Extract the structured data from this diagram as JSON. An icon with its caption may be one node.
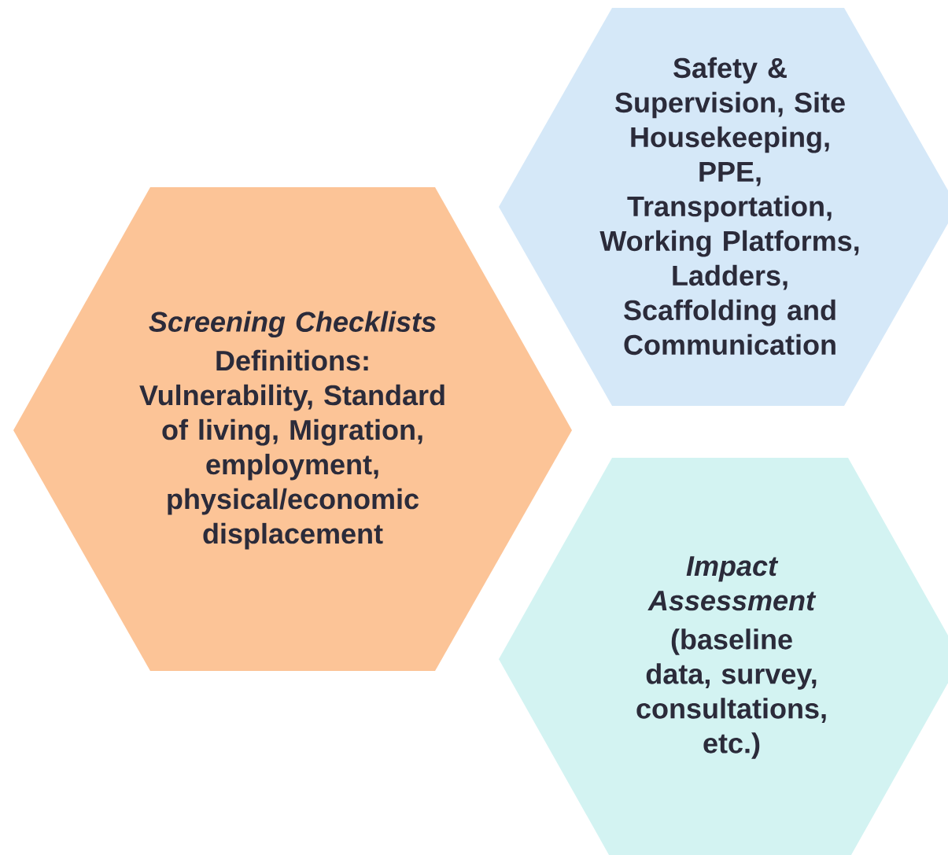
{
  "diagram": {
    "nodes": [
      {
        "text": [
          "Screening Checklists",
          "Definitions: Vulnerability, Standard of living, Migration, employment, physical/economic displacement"
        ]
      },
      {
        "text": [
          "Safety & Supervision, Site Housekeeping, PPE, Transportation, Working Platforms, Ladders, Scaffolding and Communication"
        ]
      },
      {
        "text": [
          "Impact Assessment",
          "(baseline data, survey, consultations, etc.)"
        ]
      }
    ]
  }
}
